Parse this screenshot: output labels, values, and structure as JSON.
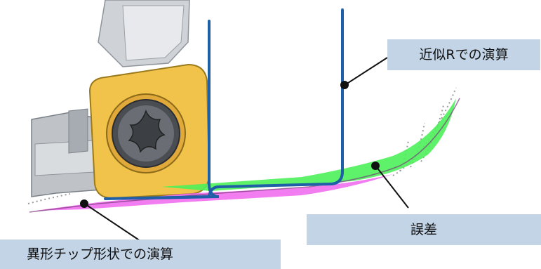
{
  "labels": {
    "approx_r": "近似Rでの演算",
    "error": "誤差",
    "irregular_tip": "異形チップ形状での演算"
  },
  "colors": {
    "callout_bg": "#c3d4e6",
    "r_path": "#1f5fa8",
    "insert": "#f1c34a",
    "error_band_green": "#4cf05a",
    "error_band_magenta": "#ee66ee"
  },
  "icons": {
    "screw": "torx-screw-icon"
  }
}
